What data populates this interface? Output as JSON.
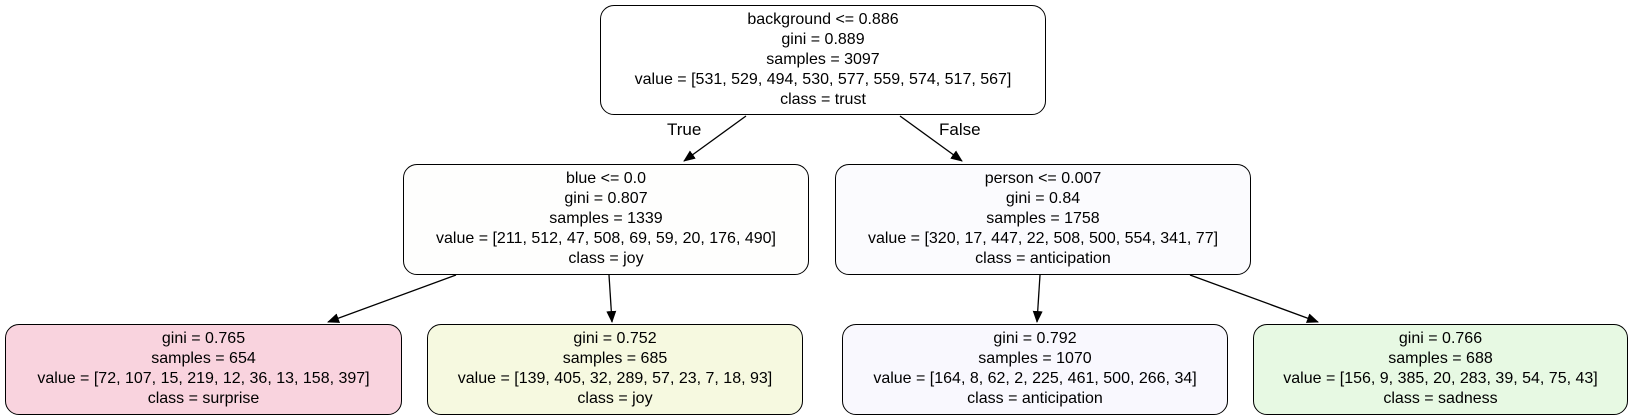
{
  "tree": {
    "root": {
      "condition": "background <= 0.886",
      "gini": "gini = 0.889",
      "samples": "samples = 3097",
      "value": "value = [531, 529, 494, 530, 577, 559, 574, 517, 567]",
      "class": "class = trust",
      "fill": "#ffffff"
    },
    "left": {
      "condition": "blue <= 0.0",
      "gini": "gini = 0.807",
      "samples": "samples = 1339",
      "value": "value = [211, 512, 47, 508, 69, 59, 20, 176, 490]",
      "class": "class = joy",
      "fill": "#fefefd"
    },
    "right": {
      "condition": "person <= 0.007",
      "gini": "gini = 0.84",
      "samples": "samples = 1758",
      "value": "value = [320, 17, 447, 22, 508, 500, 554, 341, 77]",
      "class": "class = anticipation",
      "fill": "#fbfbfe"
    },
    "left_left": {
      "gini": "gini = 0.765",
      "samples": "samples = 654",
      "value": "value = [72, 107, 15, 219, 12, 36, 13, 158, 397]",
      "class": "class = surprise",
      "fill": "#f9d3de"
    },
    "left_right": {
      "gini": "gini = 0.752",
      "samples": "samples = 685",
      "value": "value = [139, 405, 32, 289, 57, 23, 7, 18, 93]",
      "class": "class = joy",
      "fill": "#f6f9e0"
    },
    "right_left": {
      "gini": "gini = 0.792",
      "samples": "samples = 1070",
      "value": "value = [164, 8, 62, 2, 225, 461, 500, 266, 34]",
      "class": "class = anticipation",
      "fill": "#f9f8fe"
    },
    "right_right": {
      "gini": "gini = 0.766",
      "samples": "samples = 688",
      "value": "value = [156, 9, 385, 20, 283, 39, 54, 75, 43]",
      "class": "class = sadness",
      "fill": "#e7f9e3"
    }
  },
  "edge_labels": {
    "true_label": "True",
    "false_label": "False"
  }
}
